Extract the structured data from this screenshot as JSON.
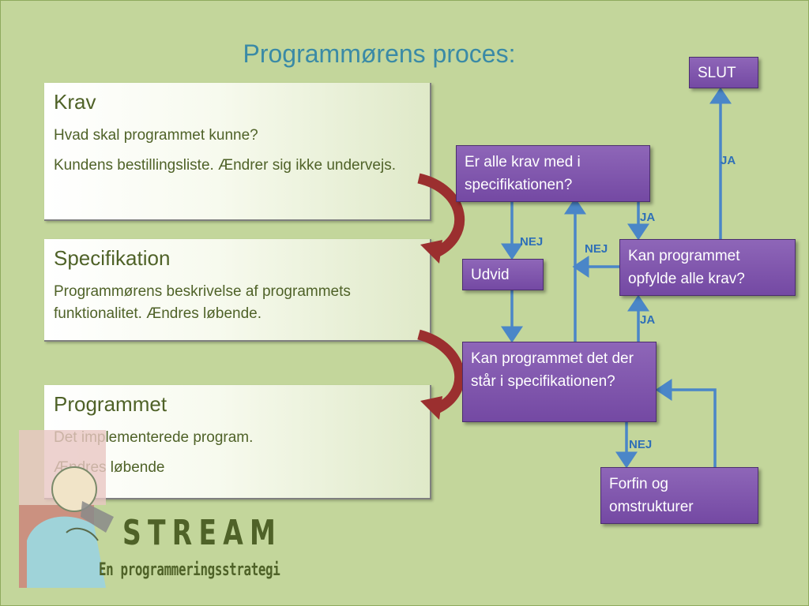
{
  "slide": {
    "title": "Programmørens proces:"
  },
  "panels": [
    {
      "heading": "Krav",
      "lines": [
        "Hvad skal programmet kunne?",
        "Kundens bestillingsliste. Ændrer sig ikke undervejs."
      ]
    },
    {
      "heading": "Specifikation",
      "lines": [
        "Programmørens beskrivelse af programmets funktionalitet. Ændres løbende."
      ]
    },
    {
      "heading": "Programmet",
      "lines": [
        "Det implementerede program.",
        "Ændres løbende"
      ]
    }
  ],
  "flow": {
    "slut": "SLUT",
    "krav_check": "Er alle krav med i specifikationen?",
    "udvid": "Udvid",
    "kan_opfylde": "Kan programmet opfylde alle krav?",
    "kan_det": "Kan programmet det der står i specifikationen?",
    "forfin": "Forfin og omstrukturer",
    "labels": {
      "ja_slut": "JA",
      "ja_krav": "JA",
      "nej_udvid": "NEJ",
      "nej_opfylde": "NEJ",
      "ja_kandet": "JA",
      "nej_forfin": "NEJ"
    }
  },
  "logo": {
    "word": "STREAM",
    "subtitle": "En programmeringsstrategi"
  },
  "colors": {
    "background": "#c3d69b",
    "title": "#3a8aa6",
    "panel_text": "#4f6228",
    "flow_box": "#7f56ad",
    "arrow": "#4a86c8",
    "curved_arrow": "#9b2f2f"
  }
}
